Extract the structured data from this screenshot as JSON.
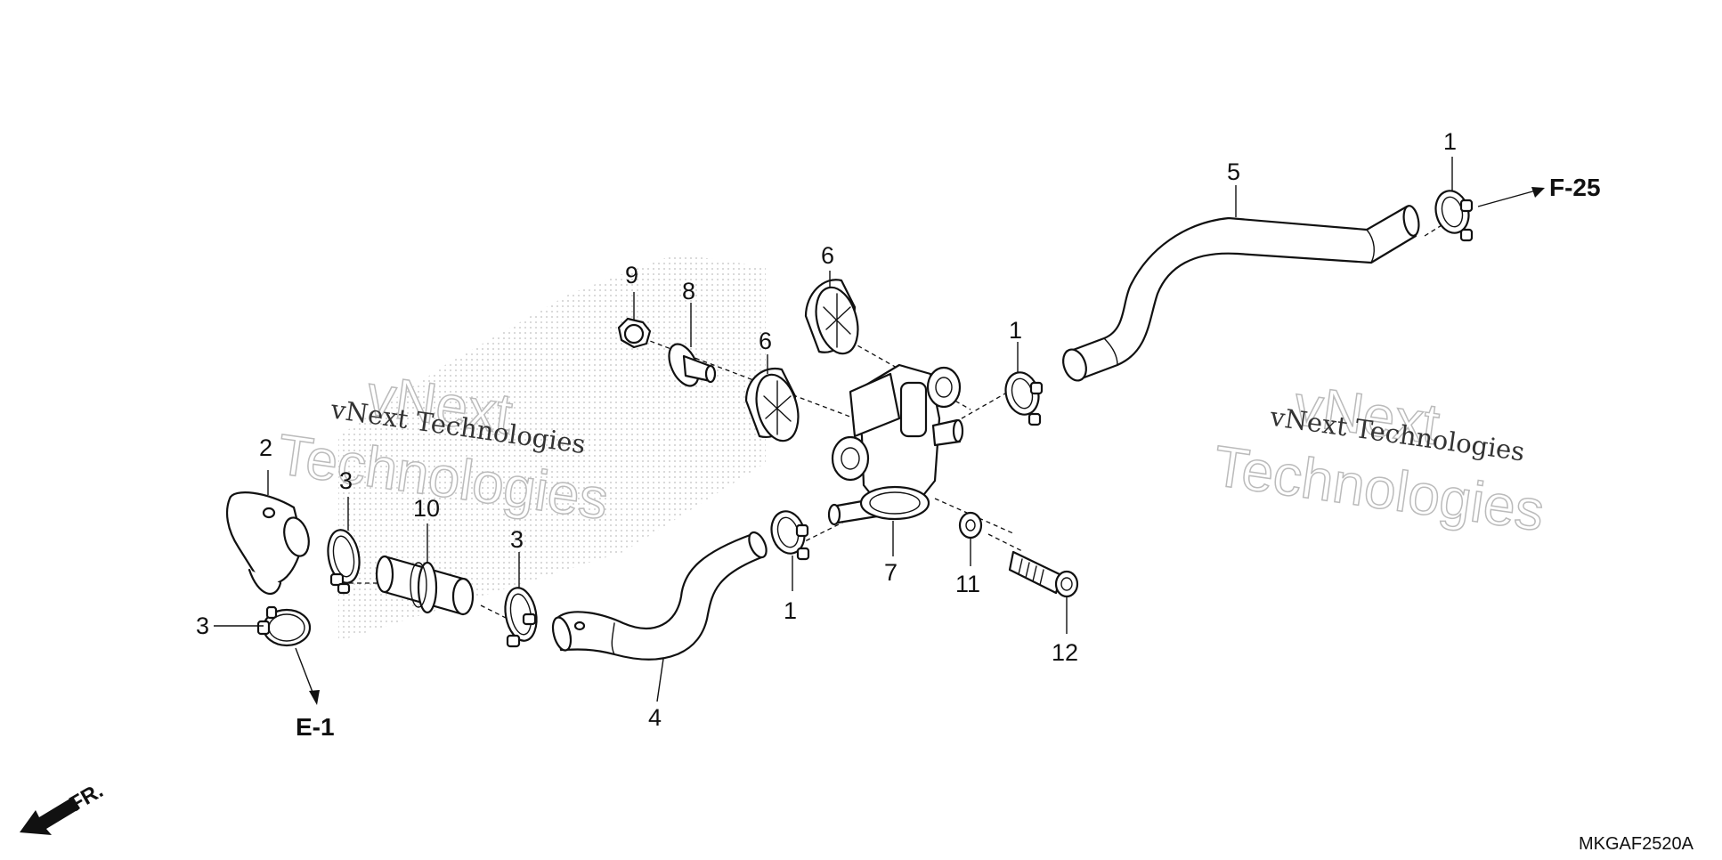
{
  "callouts": [
    {
      "id": "c1a",
      "text": "1"
    },
    {
      "id": "c1b",
      "text": "1"
    },
    {
      "id": "c1c",
      "text": "1"
    },
    {
      "id": "c2",
      "text": "2"
    },
    {
      "id": "c3a",
      "text": "3"
    },
    {
      "id": "c3b",
      "text": "3"
    },
    {
      "id": "c3c",
      "text": "3"
    },
    {
      "id": "c4",
      "text": "4"
    },
    {
      "id": "c5",
      "text": "5"
    },
    {
      "id": "c6a",
      "text": "6"
    },
    {
      "id": "c6b",
      "text": "6"
    },
    {
      "id": "c7",
      "text": "7"
    },
    {
      "id": "c8",
      "text": "8"
    },
    {
      "id": "c9",
      "text": "9"
    },
    {
      "id": "c10",
      "text": "10"
    },
    {
      "id": "c11",
      "text": "11"
    },
    {
      "id": "c12",
      "text": "12"
    }
  ],
  "references": {
    "f25": "F-25",
    "e1": "E-1",
    "front": "FR."
  },
  "diagram_code": "MKGAF2520A",
  "watermarks": {
    "line1": "vNext Technologies",
    "big1": "vNext",
    "big2": "Technologies"
  }
}
